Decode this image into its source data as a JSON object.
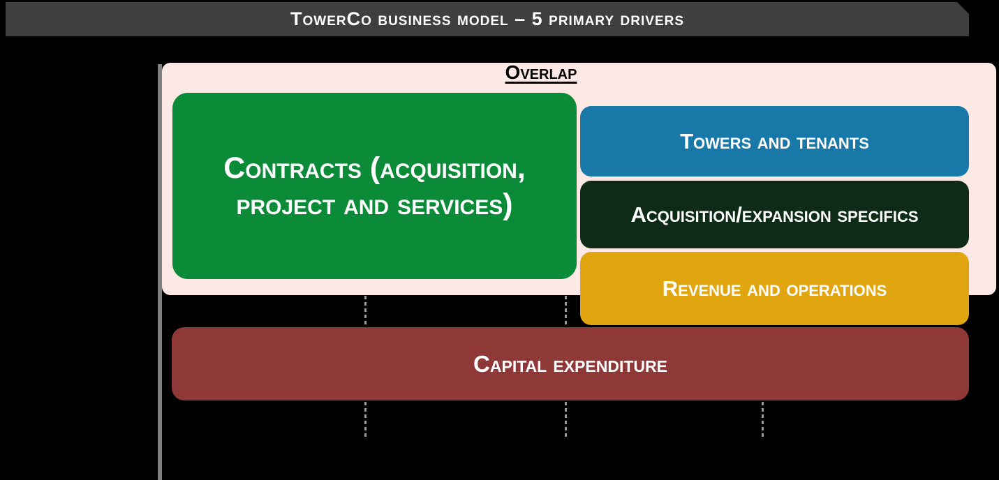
{
  "title_bar": {
    "label": "TowerCo business model – 5 primary drivers",
    "background": "#3F3F3F",
    "text_color": "#FFFFFF"
  },
  "overlap_panel": {
    "label": "Overlap",
    "background": "#FCE9E5",
    "label_color": "#000000"
  },
  "boxes": {
    "contracts": {
      "label": "Contracts (acquisition, project and services)",
      "lines": [
        "Contracts (acquisition,",
        "project and services)"
      ],
      "color": "#0B8A38",
      "text_color": "#FFFFFF"
    },
    "towers": {
      "label": "Towers and tenants",
      "color": "#1878A8",
      "text_color": "#FFFFFF"
    },
    "acquisition": {
      "label": "Acquisition/expansion specifics",
      "color": "#0D2B16",
      "text_color": "#FFFFFF"
    },
    "revenue": {
      "label": "Revenue and operations",
      "color": "#E0A50F",
      "text_color": "#FFFFFF"
    },
    "capex": {
      "label": "Capital expenditure",
      "color": "#8E3938",
      "text_color": "#FFFFFF"
    }
  },
  "colors": {
    "canvas_background": "#000000",
    "left_rule": "#7F7F7F",
    "dotted_connector": "#9B9B9B"
  }
}
